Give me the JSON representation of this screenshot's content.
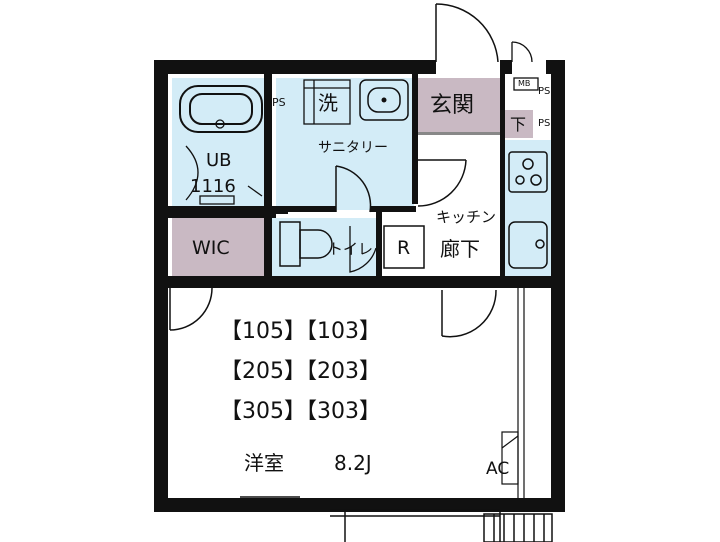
{
  "rooms": {
    "ub": "UB",
    "ub_size": "1116",
    "ps1": "PS",
    "sentaku_mark": "洗",
    "sanitary": "サニタリー",
    "genkan": "玄関",
    "shita": "下",
    "ps2": "PS",
    "ps3": "PS",
    "mb": "MB",
    "wic": "WIC",
    "toilet": "トイレ",
    "r": "R",
    "kitchen": "キッチン",
    "rouka": "廊下",
    "youshitsu": "洋室",
    "youshitsu_size": "8.2J",
    "ac": "AC"
  },
  "units": [
    "【105】【103】",
    "【205】【203】",
    "【305】【303】"
  ],
  "colors": {
    "wet": "#d3ecf7",
    "entrance": "#c9b9c3",
    "wic": "#c9b9c3",
    "wall": "#111111",
    "floor": "#ffffff"
  }
}
